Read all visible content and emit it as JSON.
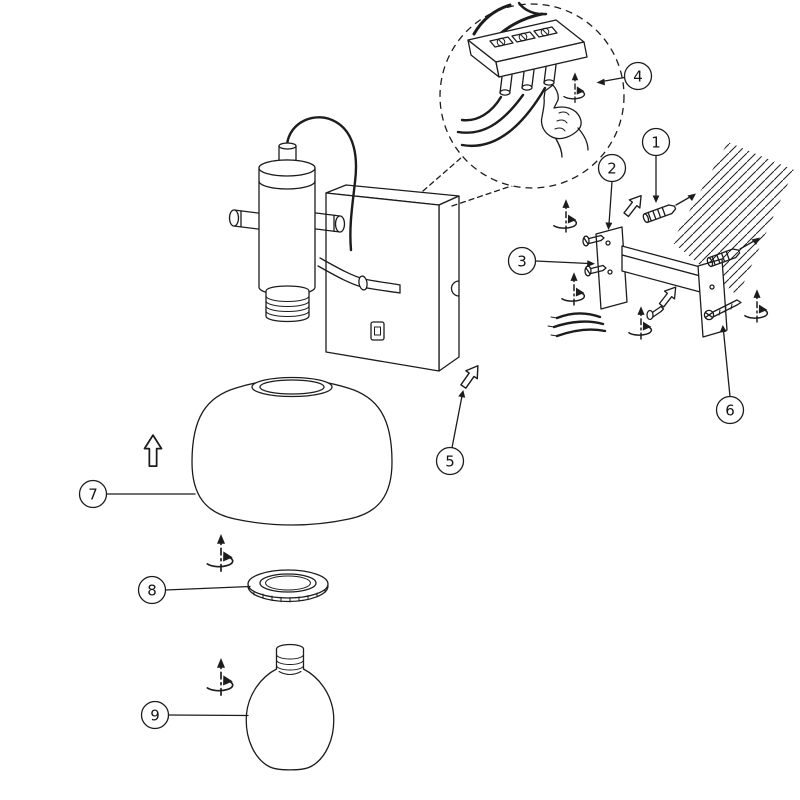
{
  "diagram": {
    "callouts": [
      {
        "id": "callout-1",
        "label": "1"
      },
      {
        "id": "callout-2",
        "label": "2"
      },
      {
        "id": "callout-3",
        "label": "3"
      },
      {
        "id": "callout-4",
        "label": "4"
      },
      {
        "id": "callout-5",
        "label": "5"
      },
      {
        "id": "callout-6",
        "label": "6"
      },
      {
        "id": "callout-7",
        "label": "7"
      },
      {
        "id": "callout-8",
        "label": "8"
      },
      {
        "id": "callout-9",
        "label": "9"
      }
    ],
    "colors": {
      "line": "#1c1c1c",
      "background": "#ffffff"
    }
  }
}
